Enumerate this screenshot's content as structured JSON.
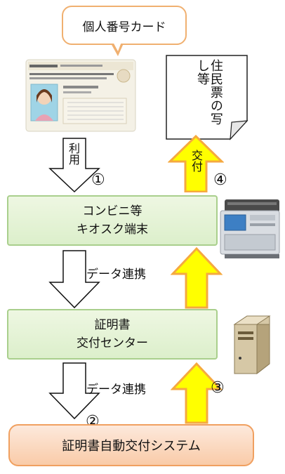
{
  "callout": {
    "text": "個人番号カード"
  },
  "document": {
    "text": "住民票の写し等"
  },
  "kiosk": {
    "line1": "コンビニ等",
    "line2": "キオスク端末"
  },
  "center": {
    "line1": "証明書",
    "line2": "交付センター"
  },
  "system": {
    "label": "証明書自動交付システム"
  },
  "labels": {
    "use": "利用",
    "issue": "交付",
    "data_link_1": "データ連携",
    "data_link_2": "データ連携"
  },
  "steps": {
    "s1": "①",
    "s2": "②",
    "s3": "③",
    "s4": "④"
  },
  "colors": {
    "callout_border": "#f0b070",
    "green_fill": "#dcefcb",
    "green_border": "#a9cf8c",
    "orange_fill": "#f9cba8",
    "orange_border": "#f0a060",
    "arrow_yellow": "#ffff00",
    "arrow_orange": "#f5a940"
  }
}
